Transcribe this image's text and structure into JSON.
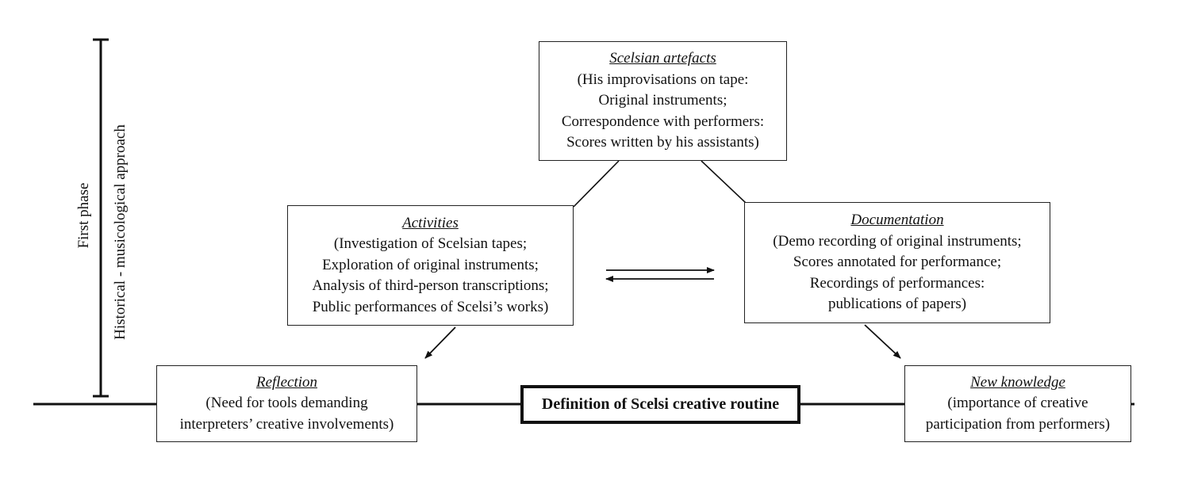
{
  "phase": {
    "first_phase_label": "First phase",
    "approach_label": "Historical - musicological approach"
  },
  "artefacts": {
    "title": "Scelsian artefacts",
    "lines": [
      "(His improvisations on tape:",
      "Original instruments;",
      "Correspondence with performers:",
      "Scores written by his assistants)"
    ]
  },
  "activities": {
    "title": "Activities",
    "lines": [
      "(Investigation of Scelsian tapes;",
      "Exploration of original instruments;",
      "Analysis of third-person transcriptions;",
      "Public performances of Scelsi’s works)"
    ]
  },
  "documentation": {
    "title": "Documentation",
    "lines": [
      "(Demo recording of original instruments;",
      "Scores annotated for performance;",
      "Recordings of performances:",
      "publications of papers)"
    ]
  },
  "reflection": {
    "title": "Reflection",
    "lines": [
      "(Need for tools demanding",
      "interpreters’ creative involvements)"
    ]
  },
  "new_knowledge": {
    "title": "New knowledge",
    "lines": [
      "(importance of creative",
      "participation from performers)"
    ]
  },
  "definition": {
    "label": "Definition of Scelsi creative routine"
  }
}
